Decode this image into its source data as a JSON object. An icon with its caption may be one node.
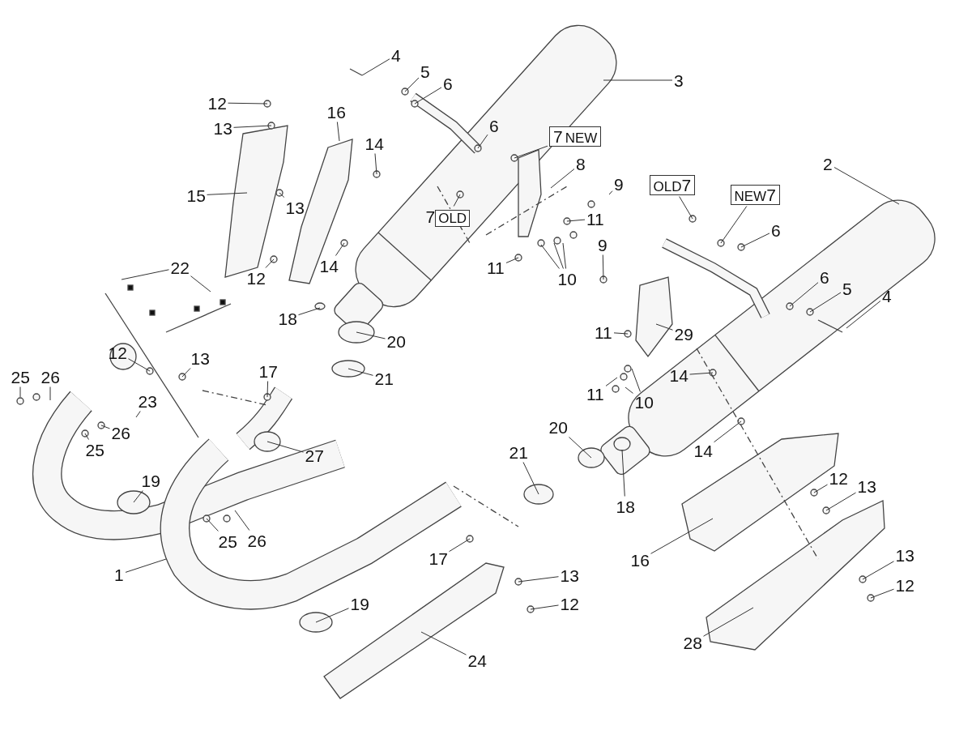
{
  "diagram": {
    "nodes": [
      {
        "text": [
          "3"
        ]
      },
      {
        "text": [
          "4"
        ]
      },
      {
        "text": [
          "5"
        ]
      },
      {
        "text": [
          "6"
        ]
      },
      {
        "text": [
          "6"
        ]
      },
      {
        "text": [
          "7",
          "NEW"
        ]
      },
      {
        "text": [
          "8"
        ]
      },
      {
        "text": [
          "9"
        ]
      },
      {
        "text": [
          "7",
          "OLD"
        ]
      },
      {
        "text": [
          "11"
        ]
      },
      {
        "text": [
          "11"
        ]
      },
      {
        "text": [
          "10"
        ]
      },
      {
        "text": [
          "9"
        ]
      },
      {
        "text": [
          "OLD",
          "7"
        ]
      },
      {
        "text": [
          "NEW",
          "7"
        ]
      },
      {
        "text": [
          "6"
        ]
      },
      {
        "text": [
          "2"
        ]
      },
      {
        "text": [
          "6"
        ]
      },
      {
        "text": [
          "5"
        ]
      },
      {
        "text": [
          "4"
        ]
      },
      {
        "text": [
          "29"
        ]
      },
      {
        "text": [
          "11"
        ]
      },
      {
        "text": [
          "11"
        ]
      },
      {
        "text": [
          "10"
        ]
      },
      {
        "text": [
          "14"
        ]
      },
      {
        "text": [
          "14"
        ]
      },
      {
        "text": [
          "12"
        ]
      },
      {
        "text": [
          "13"
        ]
      },
      {
        "text": [
          "16"
        ]
      },
      {
        "text": [
          "13"
        ]
      },
      {
        "text": [
          "12"
        ]
      },
      {
        "text": [
          "28"
        ]
      },
      {
        "text": [
          "18"
        ]
      },
      {
        "text": [
          "20"
        ]
      },
      {
        "text": [
          "21"
        ]
      },
      {
        "text": [
          "17"
        ]
      },
      {
        "text": [
          "13"
        ]
      },
      {
        "text": [
          "12"
        ]
      },
      {
        "text": [
          "19"
        ]
      },
      {
        "text": [
          "24"
        ]
      },
      {
        "text": [
          "1"
        ]
      },
      {
        "text": [
          "27"
        ]
      },
      {
        "text": [
          "25"
        ]
      },
      {
        "text": [
          "26"
        ]
      },
      {
        "text": [
          "19"
        ]
      },
      {
        "text": [
          "25"
        ]
      },
      {
        "text": [
          "26"
        ]
      },
      {
        "text": [
          "23"
        ]
      },
      {
        "text": [
          "25"
        ]
      },
      {
        "text": [
          "26"
        ]
      },
      {
        "text": [
          "12"
        ]
      },
      {
        "text": [
          "13"
        ]
      },
      {
        "text": [
          "17"
        ]
      },
      {
        "text": [
          "22"
        ]
      },
      {
        "text": [
          "18"
        ]
      },
      {
        "text": [
          "20"
        ]
      },
      {
        "text": [
          "21"
        ]
      },
      {
        "text": [
          "12"
        ]
      },
      {
        "text": [
          "13"
        ]
      },
      {
        "text": [
          "15"
        ]
      },
      {
        "text": [
          "13"
        ]
      },
      {
        "text": [
          "12"
        ]
      },
      {
        "text": [
          "16"
        ]
      },
      {
        "text": [
          "14"
        ]
      },
      {
        "text": [
          "14"
        ]
      }
    ],
    "edges": [
      {
        "from": 0,
        "to": null,
        "arrow": "none"
      },
      {
        "from": 1,
        "to": null,
        "arrow": "none"
      },
      {
        "from": 2,
        "to": null,
        "arrow": "none"
      },
      {
        "from": 3,
        "to": null,
        "arrow": "none"
      },
      {
        "from": 4,
        "to": null,
        "arrow": "none"
      },
      {
        "from": 5,
        "to": null,
        "arrow": "none"
      },
      {
        "from": 6,
        "to": null,
        "arrow": "none"
      },
      {
        "from": 7,
        "to": null,
        "arrow": "none"
      },
      {
        "from": 8,
        "to": null,
        "arrow": "none"
      },
      {
        "from": 9,
        "to": null,
        "arrow": "none"
      },
      {
        "from": 10,
        "to": null,
        "arrow": "none"
      },
      {
        "from": 11,
        "to": null,
        "arrow": "none"
      },
      {
        "from": 11,
        "to": null,
        "arrow": "none"
      },
      {
        "from": 11,
        "to": null,
        "arrow": "none"
      },
      {
        "from": 12,
        "to": null,
        "arrow": "none"
      },
      {
        "from": 13,
        "to": null,
        "arrow": "none"
      },
      {
        "from": 14,
        "to": null,
        "arrow": "none"
      },
      {
        "from": 15,
        "to": null,
        "arrow": "none"
      },
      {
        "from": 16,
        "to": null,
        "arrow": "none"
      },
      {
        "from": 17,
        "to": null,
        "arrow": "none"
      },
      {
        "from": 18,
        "to": null,
        "arrow": "none"
      },
      {
        "from": 19,
        "to": null,
        "arrow": "none"
      },
      {
        "from": 20,
        "to": null,
        "arrow": "none"
      },
      {
        "from": 21,
        "to": null,
        "arrow": "none"
      },
      {
        "from": 22,
        "to": null,
        "arrow": "none"
      },
      {
        "from": 23,
        "to": null,
        "arrow": "none"
      },
      {
        "from": 23,
        "to": null,
        "arrow": "none"
      },
      {
        "from": 24,
        "to": null,
        "arrow": "none"
      },
      {
        "from": 25,
        "to": null,
        "arrow": "none"
      },
      {
        "from": 26,
        "to": null,
        "arrow": "none"
      },
      {
        "from": 27,
        "to": null,
        "arrow": "none"
      },
      {
        "from": 28,
        "to": null,
        "arrow": "none"
      },
      {
        "from": 29,
        "to": null,
        "arrow": "none"
      },
      {
        "from": 30,
        "to": null,
        "arrow": "none"
      },
      {
        "from": 31,
        "to": null,
        "arrow": "none"
      },
      {
        "from": 32,
        "to": null,
        "arrow": "none"
      },
      {
        "from": 33,
        "to": null,
        "arrow": "none"
      },
      {
        "from": 34,
        "to": null,
        "arrow": "none"
      },
      {
        "from": 35,
        "to": null,
        "arrow": "none"
      },
      {
        "from": 36,
        "to": null,
        "arrow": "none"
      },
      {
        "from": 37,
        "to": null,
        "arrow": "none"
      },
      {
        "from": 38,
        "to": null,
        "arrow": "none"
      },
      {
        "from": 39,
        "to": null,
        "arrow": "none"
      },
      {
        "from": 40,
        "to": null,
        "arrow": "none"
      },
      {
        "from": 41,
        "to": null,
        "arrow": "none"
      },
      {
        "from": 42,
        "to": null,
        "arrow": "none"
      },
      {
        "from": 43,
        "to": null,
        "arrow": "none"
      },
      {
        "from": 44,
        "to": null,
        "arrow": "none"
      },
      {
        "from": 45,
        "to": null,
        "arrow": "none"
      },
      {
        "from": 46,
        "to": null,
        "arrow": "none"
      },
      {
        "from": 47,
        "to": null,
        "arrow": "none"
      },
      {
        "from": 48,
        "to": null,
        "arrow": "none"
      },
      {
        "from": 49,
        "to": null,
        "arrow": "none"
      },
      {
        "from": 50,
        "to": null,
        "arrow": "none"
      },
      {
        "from": 51,
        "to": null,
        "arrow": "none"
      },
      {
        "from": 52,
        "to": null,
        "arrow": "none"
      },
      {
        "from": 53,
        "to": null,
        "arrow": "none"
      },
      {
        "from": 53,
        "to": null,
        "arrow": "none"
      },
      {
        "from": 54,
        "to": null,
        "arrow": "none"
      },
      {
        "from": 55,
        "to": null,
        "arrow": "none"
      },
      {
        "from": 56,
        "to": null,
        "arrow": "none"
      },
      {
        "from": 57,
        "to": null,
        "arrow": "none"
      },
      {
        "from": 58,
        "to": null,
        "arrow": "none"
      },
      {
        "from": 59,
        "to": null,
        "arrow": "none"
      },
      {
        "from": 60,
        "to": null,
        "arrow": "none"
      },
      {
        "from": 61,
        "to": null,
        "arrow": "none"
      },
      {
        "from": 62,
        "to": null,
        "arrow": "none"
      },
      {
        "from": 63,
        "to": null,
        "arrow": "none"
      },
      {
        "from": 64,
        "to": null,
        "arrow": "none"
      }
    ]
  }
}
